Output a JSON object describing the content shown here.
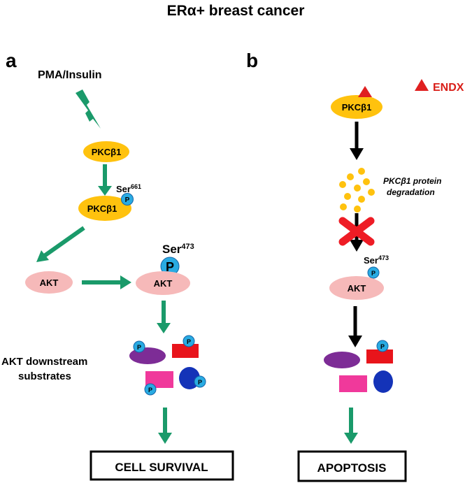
{
  "title": "ERα+ breast cancer",
  "colors": {
    "green_arrow": "#1a9a6a",
    "black_arrow": "#000000",
    "pkc": "#ffc20e",
    "akt": "#f6b9b9",
    "phospho": "#29abe2",
    "endx": "#e02020",
    "block_x": "#ee1c25",
    "purple": "#7d2c96",
    "red": "#e8141b",
    "magenta": "#f0399b",
    "blue": "#1433b8"
  },
  "panel_a": {
    "label": "a",
    "stimulus": "PMA/Insulin",
    "pkc_top": "PKCβ1",
    "pkc_phospho": "PKCβ1",
    "ser661_base": "Ser",
    "ser661_sup": "661",
    "p_small": "P",
    "akt_left": "AKT",
    "akt_right": "AKT",
    "ser473_base": "Ser",
    "ser473_sup": "473",
    "p_large": "P",
    "substrates_line1": "AKT downstream",
    "substrates_line2": "substrates",
    "outcome": "CELL SURVIVAL"
  },
  "panel_b": {
    "label": "b",
    "legend_text": "ENDX",
    "pkc": "PKCβ1",
    "degradation_line1": "PKCβ1 protein",
    "degradation_line2": "degradation",
    "ser473_base": "Ser",
    "ser473_sup": "473",
    "p_small": "P",
    "akt": "AKT",
    "outcome": "APOPTOSIS"
  }
}
